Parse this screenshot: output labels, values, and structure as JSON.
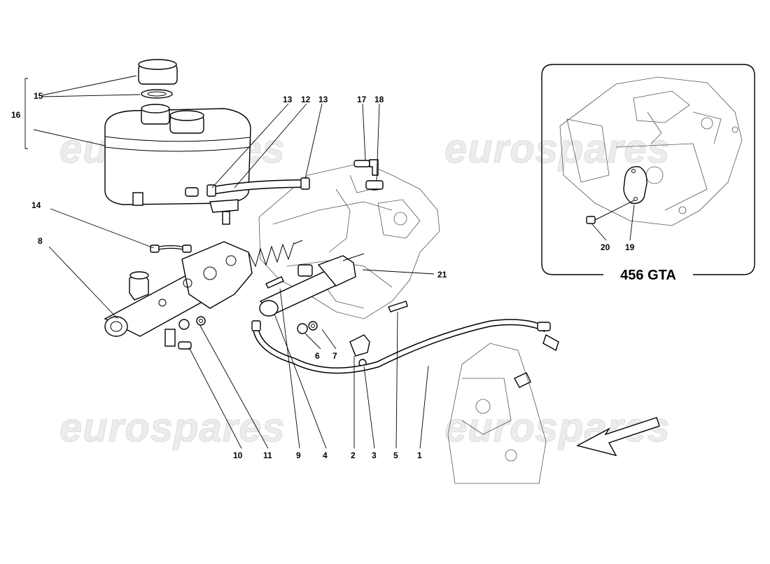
{
  "watermarks": [
    "eurospares",
    "eurospares",
    "eurospares",
    "eurospares"
  ],
  "inset": {
    "label": "456 GTA"
  },
  "callouts": {
    "c15": "15",
    "c16": "16",
    "c13a": "13",
    "c12": "12",
    "c13b": "13",
    "c17": "17",
    "c18": "18",
    "c14": "14",
    "c8": "8",
    "c21": "21",
    "c6": "6",
    "c7": "7",
    "c10": "10",
    "c11": "11",
    "c9": "9",
    "c4": "4",
    "c2": "2",
    "c3": "3",
    "c5": "5",
    "c1": "1",
    "c20": "20",
    "c19": "19"
  }
}
